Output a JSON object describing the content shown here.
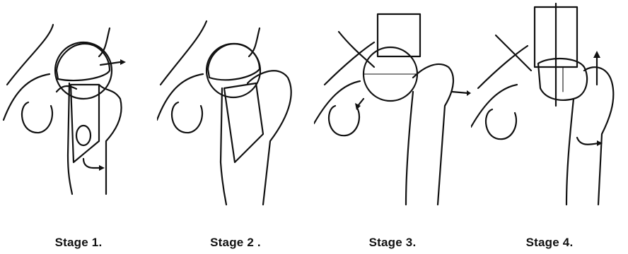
{
  "stages": [
    {
      "label": "Stage 1."
    },
    {
      "label": "Stage 2 ."
    },
    {
      "label": "Stage 3."
    },
    {
      "label": "Stage 4."
    }
  ]
}
